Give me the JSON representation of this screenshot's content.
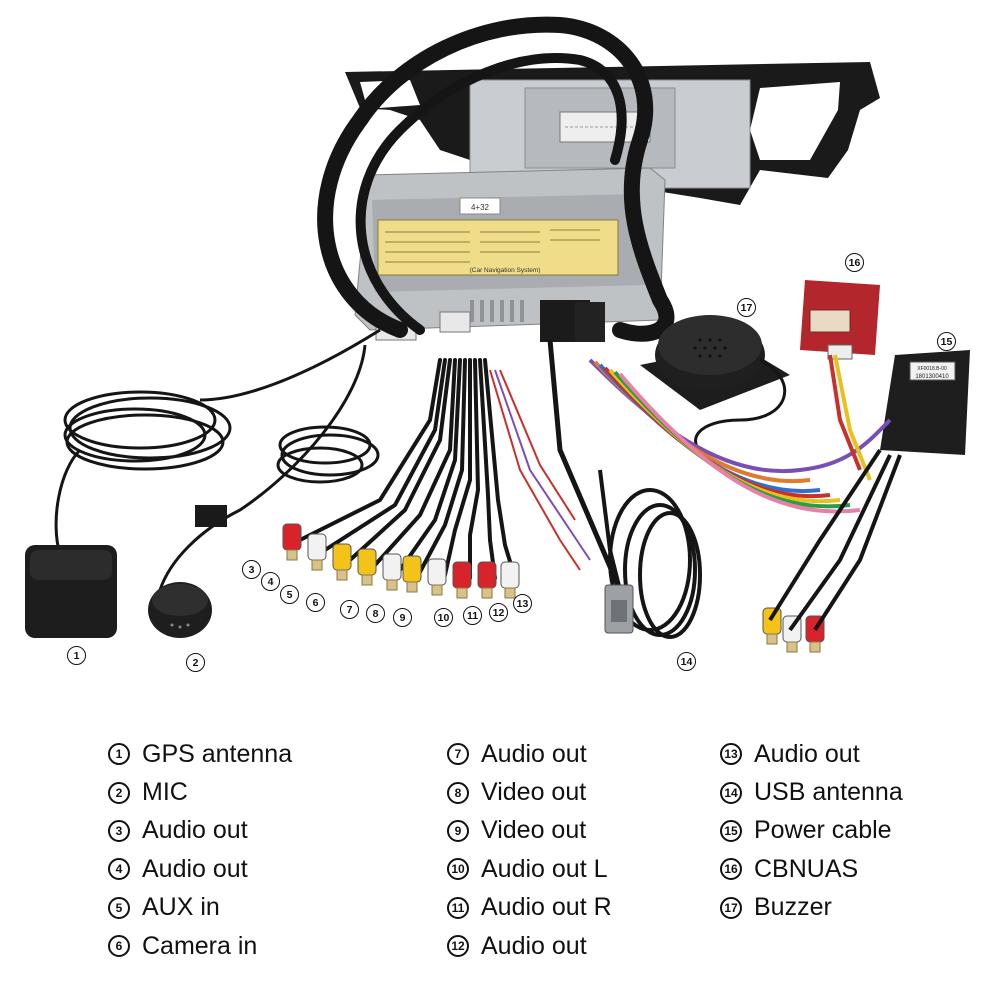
{
  "legend": {
    "items": [
      {
        "num": "1",
        "label": "GPS antenna"
      },
      {
        "num": "2",
        "label": "MIC"
      },
      {
        "num": "3",
        "label": "Audio out"
      },
      {
        "num": "4",
        "label": "Audio out"
      },
      {
        "num": "5",
        "label": "AUX in"
      },
      {
        "num": "6",
        "label": "Camera in"
      },
      {
        "num": "7",
        "label": "Audio out"
      },
      {
        "num": "8",
        "label": "Video out"
      },
      {
        "num": "9",
        "label": "Video out"
      },
      {
        "num": "10",
        "label": "Audio out L"
      },
      {
        "num": "11",
        "label": "Audio out R"
      },
      {
        "num": "12",
        "label": "Audio out"
      },
      {
        "num": "13",
        "label": "Audio out"
      },
      {
        "num": "14",
        "label": "USB antenna"
      },
      {
        "num": "15",
        "label": "Power cable"
      },
      {
        "num": "16",
        "label": "CBNUAS"
      },
      {
        "num": "17",
        "label": "Buzzer"
      }
    ]
  },
  "callouts": [
    "1",
    "2",
    "3",
    "4",
    "5",
    "6",
    "7",
    "8",
    "9",
    "10",
    "11",
    "12",
    "13",
    "14",
    "15",
    "16",
    "17"
  ],
  "device_labels": {
    "sticker_top": "4+32",
    "sticker_main": "(Car Navigation System)",
    "power_label_line1": "XF0018.B-00",
    "power_label_line2": "1801300410"
  },
  "colors": {
    "rca_red": "#d8232a",
    "rca_white": "#f2f2f2",
    "rca_yellow": "#f3c31a",
    "cable": "#151515",
    "chassis": "#b9bcbf",
    "canbus_box": "#b3262b"
  }
}
